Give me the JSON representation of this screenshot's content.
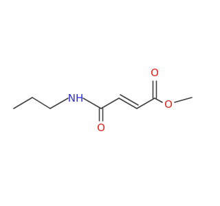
{
  "molecule": {
    "atoms": [
      {
        "id": "nh",
        "label": "NH",
        "color": "#2b2bd9"
      },
      {
        "id": "o-amide",
        "label": "O",
        "color": "#e0241c"
      },
      {
        "id": "o-carbonyl",
        "label": "O",
        "color": "#e0241c"
      },
      {
        "id": "o-ester",
        "label": "O",
        "color": "#e0241c"
      }
    ],
    "bond_color": "#404040"
  }
}
